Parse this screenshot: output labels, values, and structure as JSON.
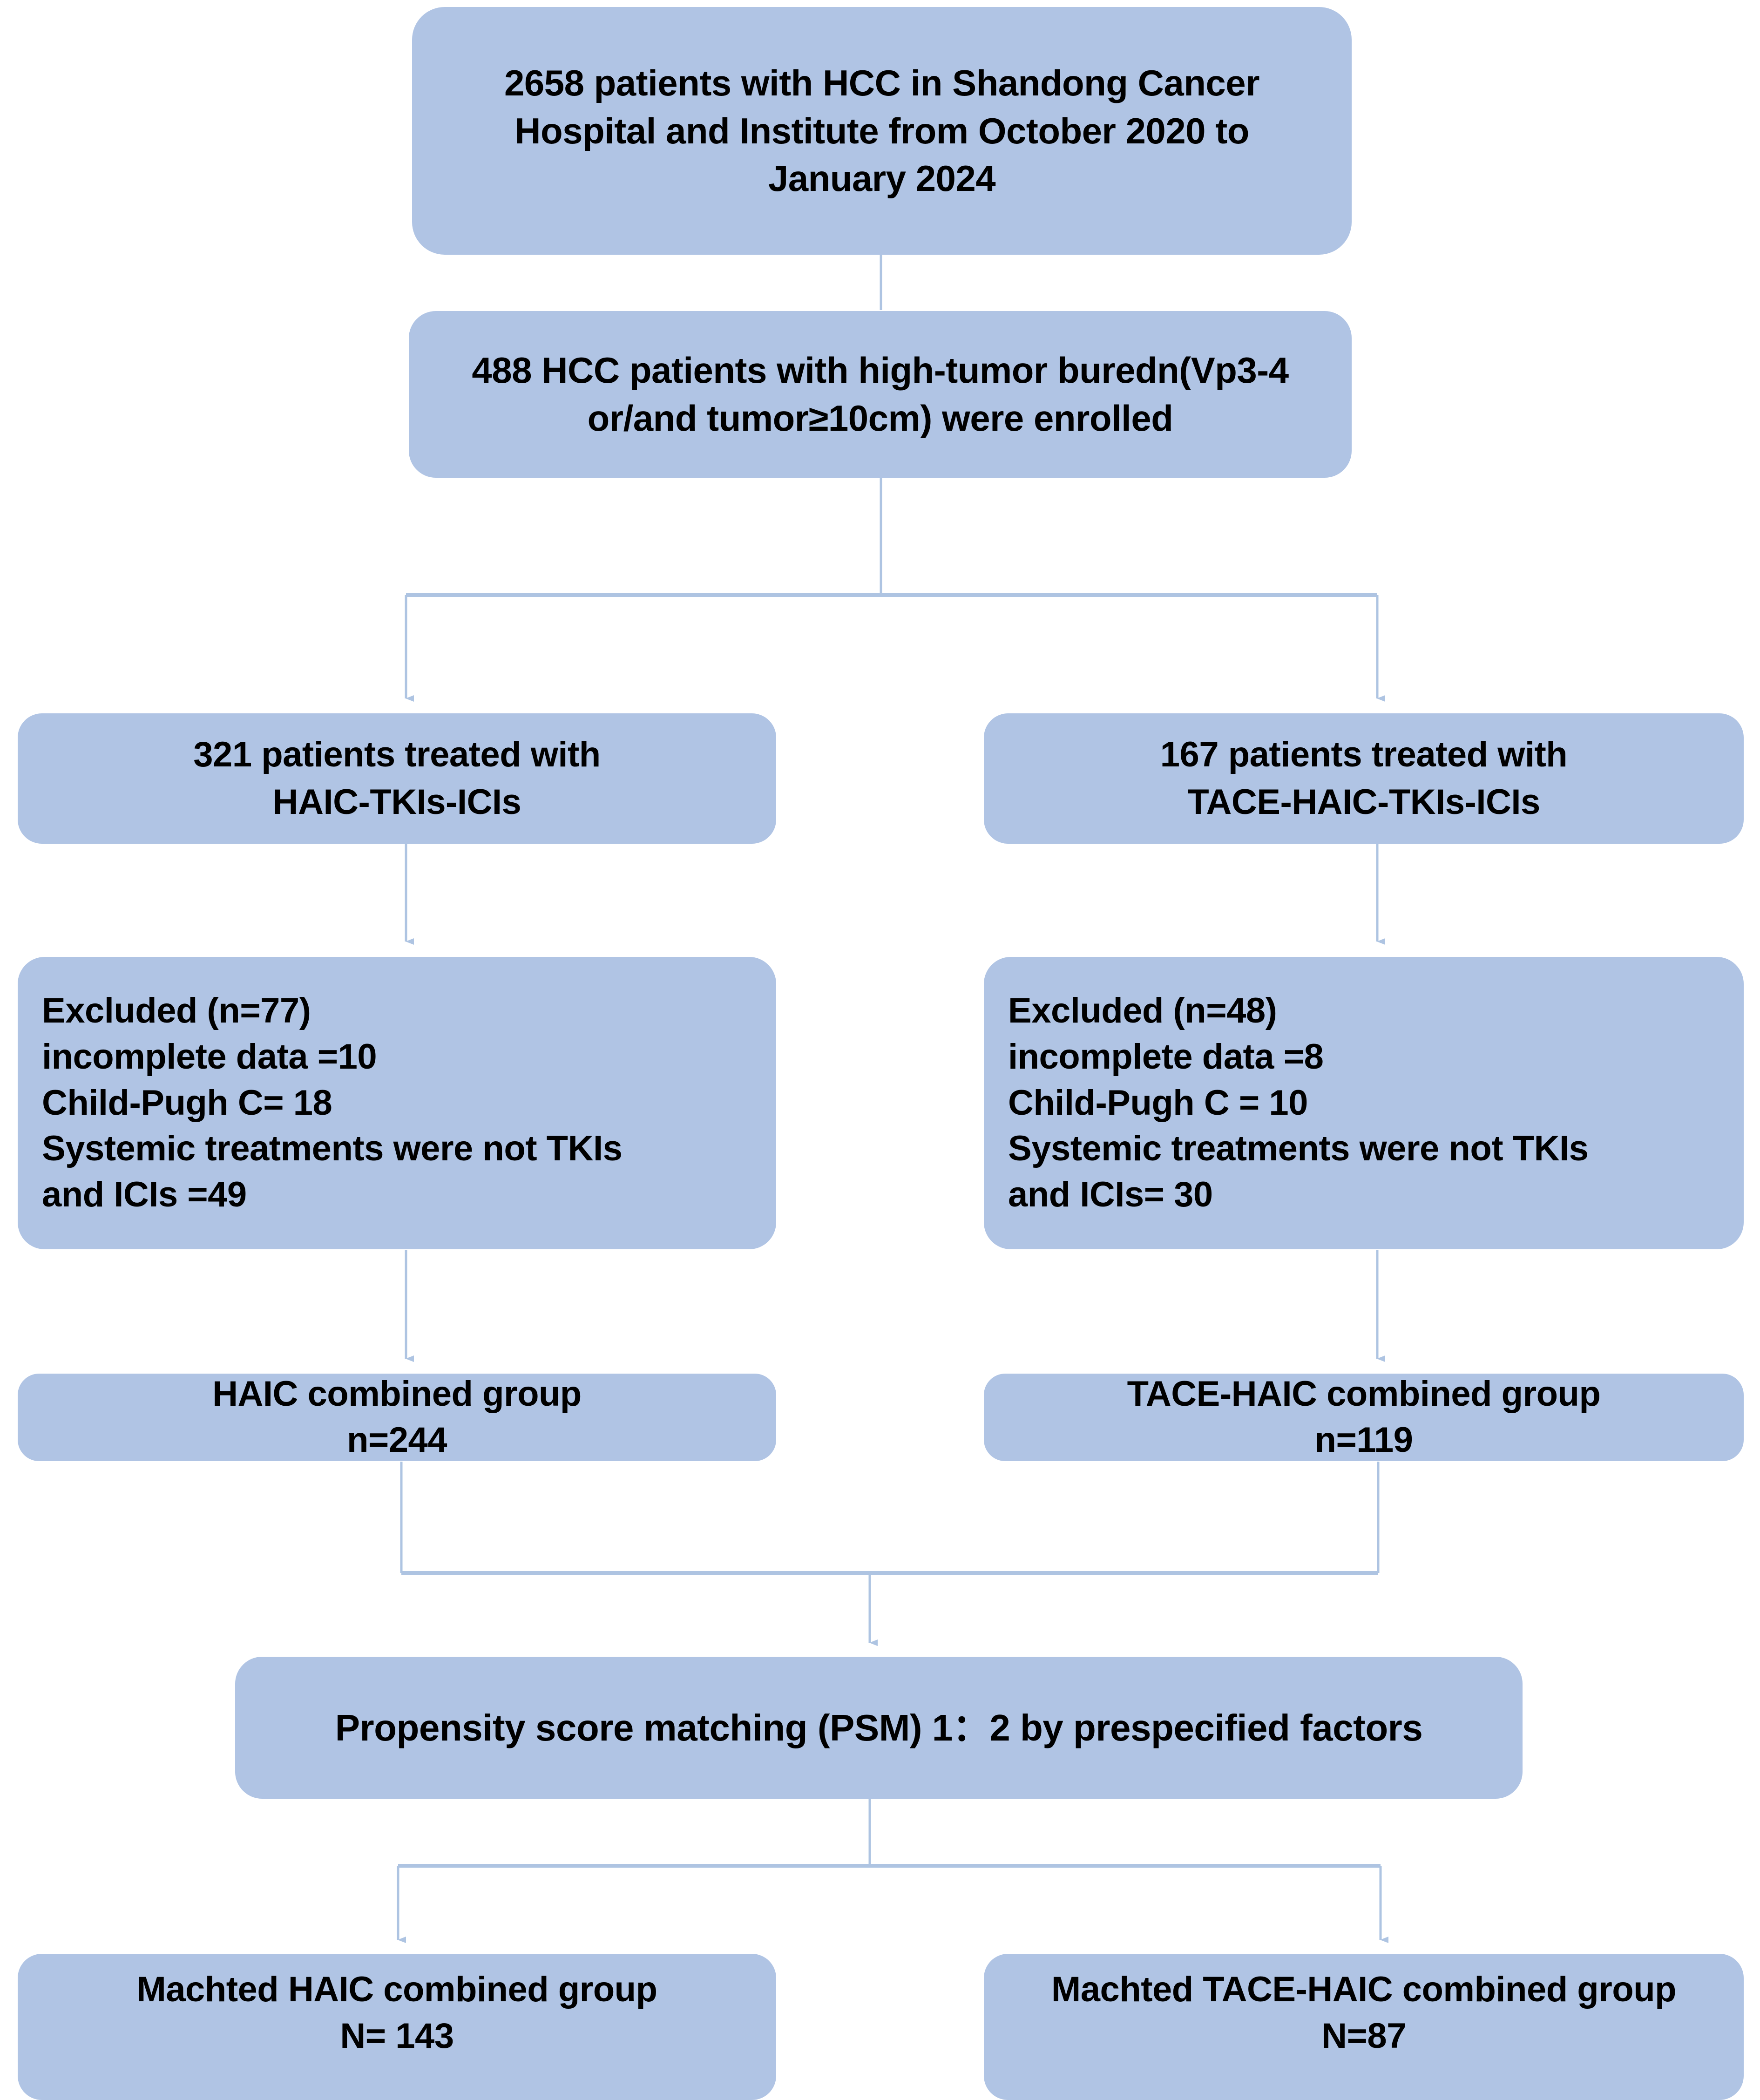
{
  "figure": {
    "type": "flowchart",
    "title": "Patient selection flow diagram",
    "box_fill_color": "#b0c4e4",
    "connector_color": "#aec4e2",
    "text_color": "#000000",
    "background_color": "#ffffff"
  },
  "nodes": {
    "enrollment_total": {
      "text": "2658 patients with HCC in Shandong Cancer Hospital and Institute from October 2020 to January 2024",
      "count": 2658
    },
    "enrollment_eligible": {
      "text": "488 HCC patients with high-tumor buredn(Vp3-4 or/and tumor≥10cm) were enrolled",
      "count": 488
    },
    "arm_haic": {
      "text": "321 patients treated with\nHAIC-TKIs-ICIs",
      "count": 321
    },
    "arm_tace_haic": {
      "text": "167 patients treated with\nTACE-HAIC-TKIs-ICIs",
      "count": 167
    },
    "excluded_haic": {
      "text": "Excluded (n=77)\nincomplete data =10\nChild-Pugh C= 18\nSystemic treatments were not TKIs\nand ICIs =49",
      "total": 77,
      "reasons": [
        {
          "label": "incomplete data",
          "value": 10
        },
        {
          "label": "Child-Pugh C",
          "value": 18
        },
        {
          "label": "Systemic treatments were not TKIs and ICIs",
          "value": 49
        }
      ]
    },
    "excluded_tace_haic": {
      "text": "Excluded (n=48)\nincomplete data =8\nChild-Pugh C = 10\nSystemic treatments were not TKIs\nand  ICIs= 30",
      "total": 48,
      "reasons": [
        {
          "label": "incomplete data",
          "value": 8
        },
        {
          "label": "Child-Pugh C",
          "value": 10
        },
        {
          "label": "Systemic treatments were not TKIs and ICIs",
          "value": 30
        }
      ]
    },
    "group_haic": {
      "text": "HAIC combined group\nn=244",
      "count": 244
    },
    "group_tace_haic": {
      "text": "TACE-HAIC combined group\nn=119",
      "count": 119
    },
    "psm": {
      "text": "Propensity score matching (PSM) 1：2 by prespecified factors",
      "ratio": "1：2"
    },
    "matched_haic": {
      "text": "Machted HAIC combined group\nN= 143",
      "count": 143
    },
    "matched_tace_haic": {
      "text": "Machted TACE-HAIC combined group\nN=87",
      "count": 87
    }
  }
}
